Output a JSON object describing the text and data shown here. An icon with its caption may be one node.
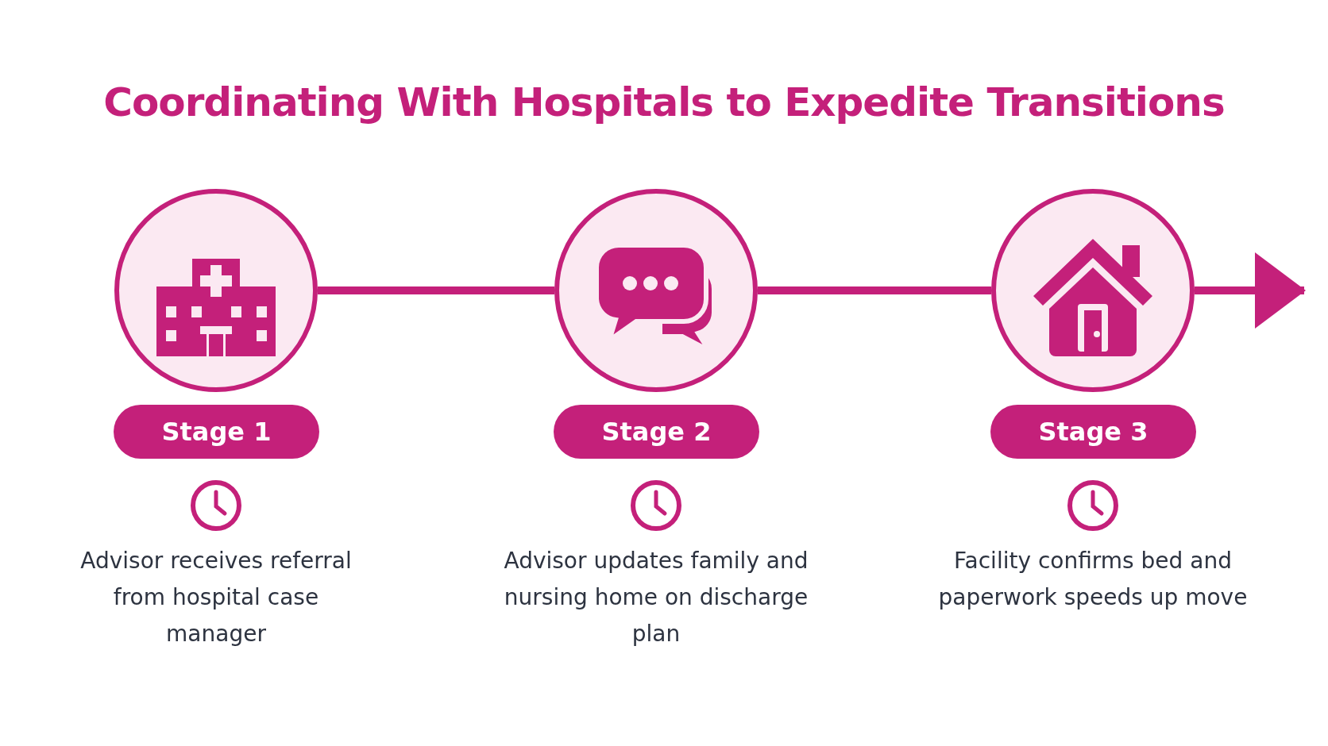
{
  "diagram": {
    "title": "Coordinating With Hospitals to Expedite Transitions",
    "nodes": [
      {
        "text": [],
        "shape": "circle"
      },
      {
        "text": [],
        "shape": "circle"
      },
      {
        "text": [],
        "shape": "circle"
      },
      {
        "text": [
          "Stage 1"
        ]
      },
      {
        "text": [
          "Stage 2"
        ]
      },
      {
        "text": [
          "Stage 3"
        ]
      }
    ],
    "edges": [
      {
        "from": 0,
        "to": 1,
        "arrow": "none"
      },
      {
        "from": 1,
        "to": 2,
        "arrow": "none"
      },
      {
        "from": 2,
        "to": null,
        "arrow": "to"
      }
    ],
    "labels": [
      "Advisor receives referral from hospital case manager",
      "Advisor updates family and nursing home on discharge plan",
      "Facility confirms bed and paperwork speeds up move"
    ]
  }
}
